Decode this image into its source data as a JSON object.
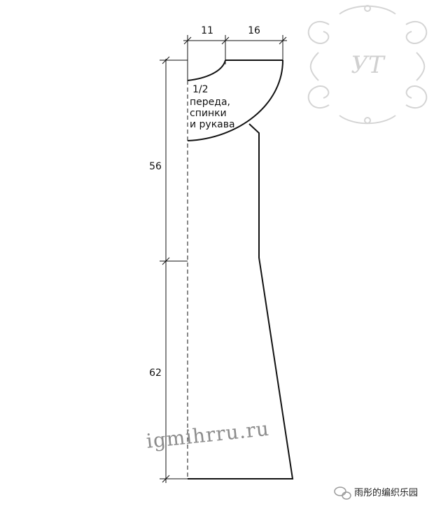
{
  "diagram": {
    "dimensions": {
      "top_left": "11",
      "top_right": "16",
      "upper_height": "56",
      "lower_height": "62"
    },
    "piece_label": {
      "line1": "1/2",
      "line2": "переда,",
      "line3": "спинки",
      "line4": "и рукава"
    }
  },
  "watermark": {
    "text": "igmihrru.ru"
  },
  "logo": {
    "text": "УТ"
  },
  "footer": {
    "icon": "chat-bubble-icon",
    "text": "雨彤的编织乐园"
  }
}
